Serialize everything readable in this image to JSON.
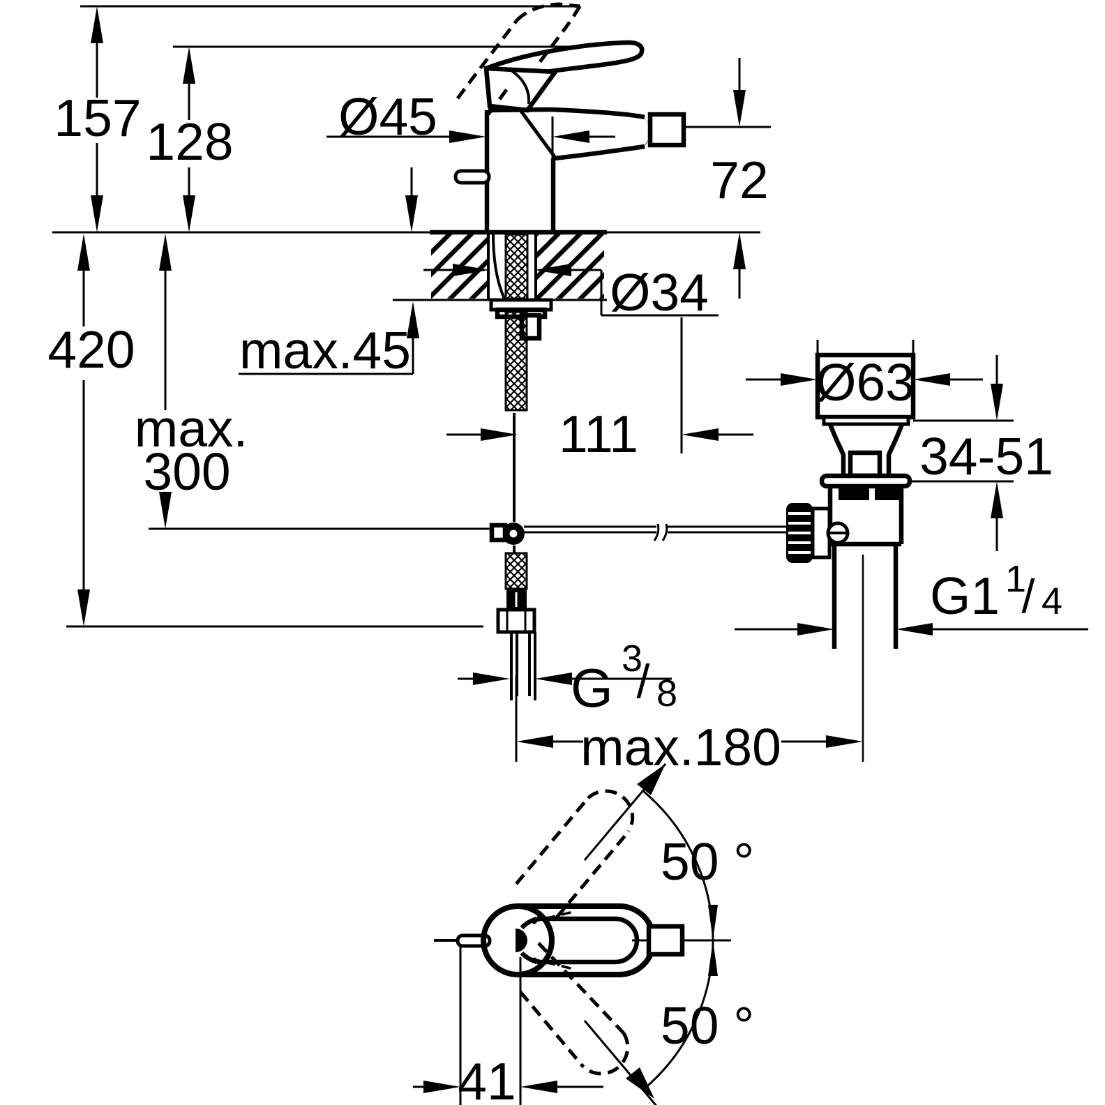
{
  "colors": {
    "ink": "#000000",
    "paper": "#ffffff"
  },
  "front_view": {
    "labels": {
      "total_height": "157",
      "spout_top_height": "128",
      "body_diameter": "Ø45",
      "spout_height": "72",
      "shank_diameter": "Ø34",
      "deck_thickness": "max.45",
      "hose_length": "420",
      "rod_depth_line1": "max.",
      "rod_depth_line2": "300",
      "spout_reach": "111",
      "waste_flange_diameter": "Ø63",
      "waste_adjust_range": "34-51",
      "waste_thread_g": "G1",
      "waste_thread_num": "1",
      "waste_thread_slash": "/",
      "waste_thread_den": "4",
      "supply_thread_g": "G",
      "supply_thread_num": "3",
      "supply_thread_slash": "/",
      "supply_thread_den": "8",
      "rod_reach": "max.180"
    }
  },
  "bottom_view": {
    "labels": {
      "handle_swivel_up": "50 °",
      "handle_swivel_down": "50 °",
      "rod_offset": "41"
    }
  }
}
